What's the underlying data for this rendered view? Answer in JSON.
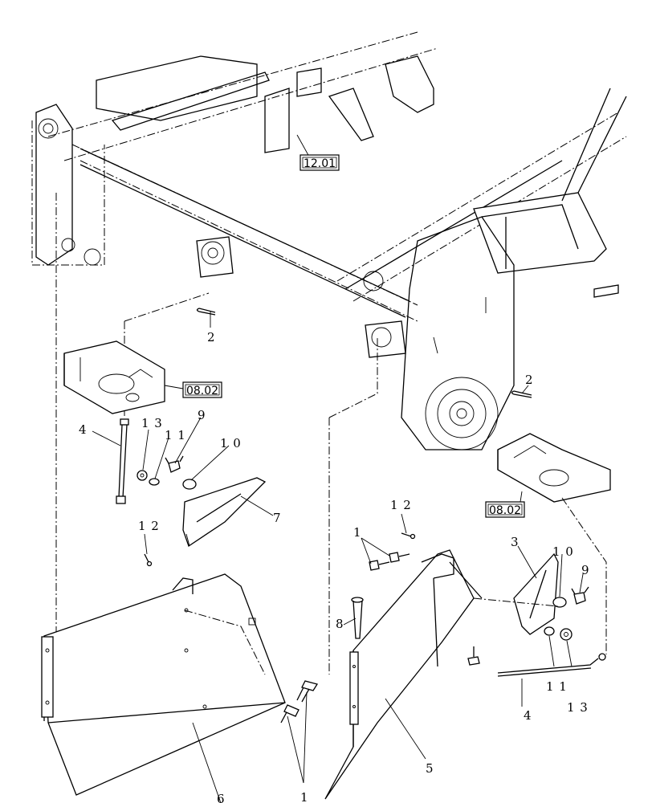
{
  "references": [
    {
      "id": "ref-12-01",
      "label": "12.01"
    },
    {
      "id": "ref-08-02-left",
      "label": "08.02"
    },
    {
      "id": "ref-08-02-right",
      "label": "08.02"
    }
  ],
  "callouts": {
    "c1_left": "1",
    "c1_right": "1",
    "c2_left": "2",
    "c2_right": "2",
    "c3": "3",
    "c4_left": "4",
    "c4_right": "4",
    "c5": "5",
    "c6": "6",
    "c7": "7",
    "c8": "8",
    "c9_left": "9",
    "c9_right": "9",
    "c10_left": "1 0",
    "c10_right": "1 0",
    "c11_left": "1 1",
    "c11_right": "1 1",
    "c12_left": "1 2",
    "c12_right": "1 2",
    "c13_left": "1 3",
    "c13_right": "1 3"
  }
}
